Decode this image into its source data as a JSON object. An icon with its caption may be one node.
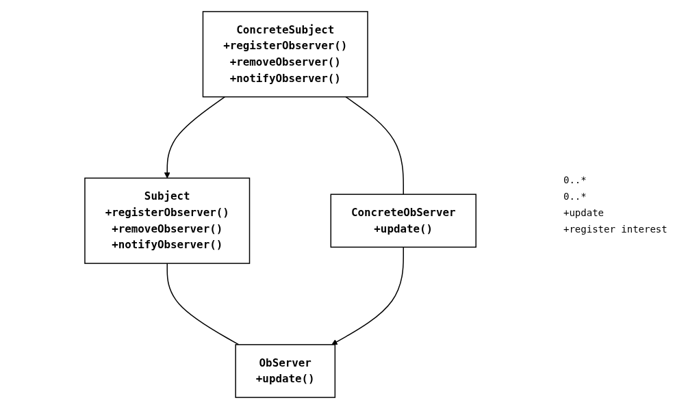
{
  "diagram": {
    "nodes": [
      {
        "text": [
          "Subject",
          "+registerObserver()",
          "+removeObserver()",
          "+notifyObserver()"
        ]
      },
      {
        "text": [
          "ObServer",
          "+update()"
        ]
      },
      {
        "text": [
          "ConcreteSubject",
          "+registerObserver()",
          "+removeObserver()",
          "+notifyObserver()"
        ]
      },
      {
        "text": [
          "ConcreteObServer",
          "+update()"
        ]
      }
    ],
    "edges": [
      {
        "from": 0,
        "to": 1,
        "arrow": "none"
      },
      {
        "from": 2,
        "to": 0,
        "arrow": "to"
      },
      {
        "from": 3,
        "to": 1,
        "arrow": "to"
      },
      {
        "from": 2,
        "to": 3,
        "arrow": "none"
      }
    ],
    "labels": [
      "0..*",
      "0..*",
      "+update",
      "+register interest"
    ]
  }
}
